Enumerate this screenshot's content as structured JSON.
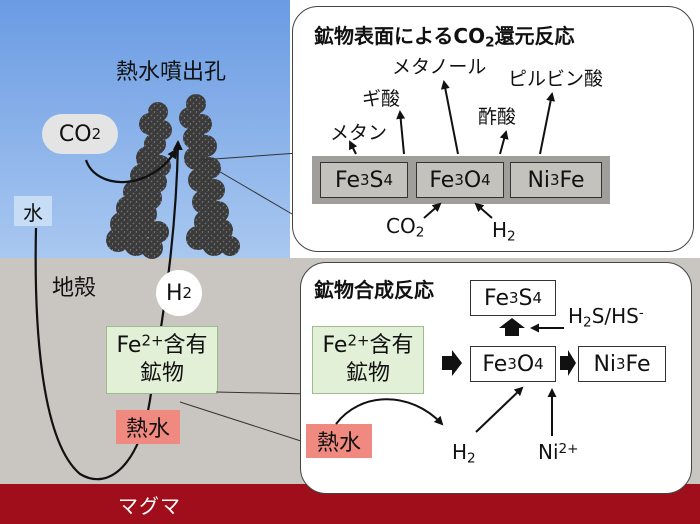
{
  "left": {
    "vent_label": "熱水噴出孔",
    "water_label": "水",
    "crust_label": "地殻",
    "magma_label": "マグマ",
    "co2": {
      "main": "CO",
      "sub": "2"
    },
    "h2": {
      "main": "H",
      "sub": "2"
    },
    "fe_mineral": {
      "pre": "Fe",
      "sup": "2+",
      "post": "含有",
      "line2": "鉱物"
    },
    "hot_water": "熱水"
  },
  "panel_top": {
    "title_main": "鉱物表面によるCO",
    "title_sub": "2",
    "title_post": "還元反応",
    "products": {
      "methane": "メタン",
      "formic_acid": "ギ酸",
      "methanol": "メタノール",
      "acetic_acid": "酢酸",
      "pyruvic_acid": "ピルビン酸"
    },
    "minerals": [
      {
        "el1": "Fe",
        "n1": "3",
        "el2": "S",
        "n2": "4"
      },
      {
        "el1": "Fe",
        "n1": "3",
        "el2": "O",
        "n2": "4"
      },
      {
        "el1": "Ni",
        "n1": "3",
        "el2": "Fe",
        "n2": ""
      }
    ],
    "inputs": {
      "co2": {
        "main": "CO",
        "sub": "2"
      },
      "h2": {
        "main": "H",
        "sub": "2"
      }
    }
  },
  "panel_bottom": {
    "title": "鉱物合成反応",
    "fe_mineral": {
      "pre": "Fe",
      "sup": "2+",
      "post": "含有",
      "line2": "鉱物"
    },
    "fe3s4": {
      "el1": "Fe",
      "n1": "3",
      "el2": "S",
      "n2": "4"
    },
    "fe3o4": {
      "el1": "Fe",
      "n1": "3",
      "el2": "O",
      "n2": "4"
    },
    "ni3fe": {
      "el1": "Ni",
      "n1": "3",
      "el2": "Fe",
      "n2": ""
    },
    "h2s": {
      "pre": "H",
      "sub": "2",
      "post": "S/HS",
      "sup": "-"
    },
    "hot_water": "熱水",
    "h2": {
      "main": "H",
      "sub": "2"
    },
    "ni": {
      "main": "Ni",
      "sup": "2+"
    }
  }
}
